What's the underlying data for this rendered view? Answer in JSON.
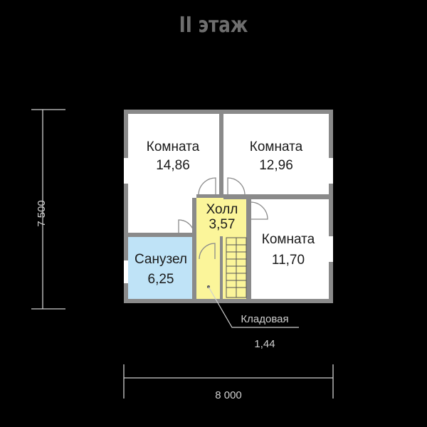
{
  "title": "II этаж",
  "colors": {
    "background": "#000000",
    "wall": "#8a8a8a",
    "room": "#ffffff",
    "hall": "#fbf59a",
    "bath": "#bfe3f7",
    "text": "#1a1a1a",
    "dim": "#cfcfcf",
    "title": "#6e6e6e"
  },
  "dimensions": {
    "width": "8 000",
    "height": "7 500"
  },
  "rooms": {
    "room1": {
      "name": "Комната",
      "area": "14,86"
    },
    "room2": {
      "name": "Комната",
      "area": "12,96"
    },
    "room3": {
      "name": "Комната",
      "area": "11,70"
    },
    "hall": {
      "name": "Холл",
      "area": "3,57"
    },
    "bath": {
      "name": "Санузел",
      "area": "6,25"
    },
    "storage": {
      "name": "Кладовая",
      "area": "1,44"
    }
  }
}
